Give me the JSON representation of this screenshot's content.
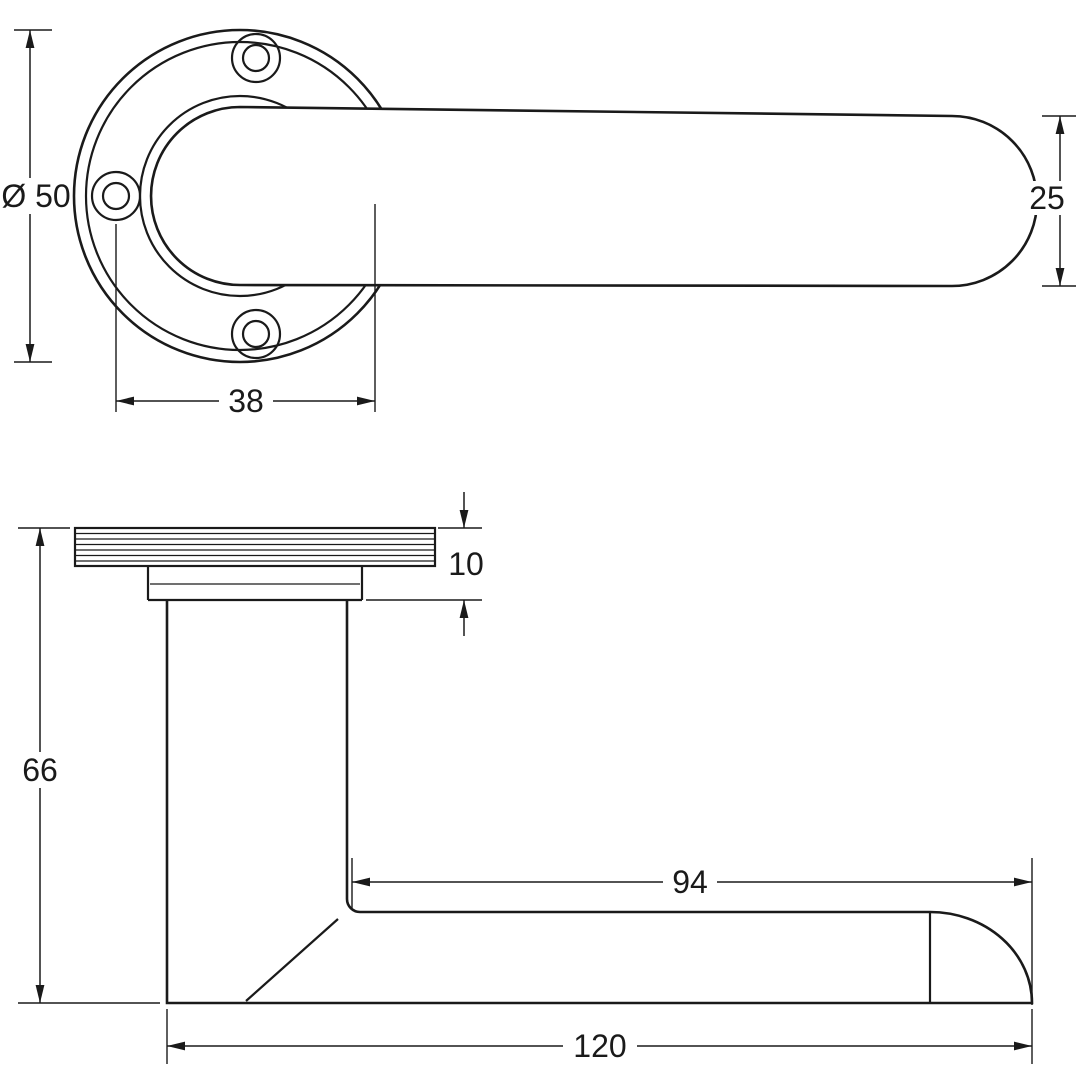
{
  "diagram": {
    "type": "technical-drawing",
    "subject": "door lever handle on round rose, two orthographic views with dimensions",
    "line_color": "#1a1a1a",
    "background_color": "#ffffff",
    "front_view": {
      "diameter_label": "Ø 50",
      "lever_width_label": "25",
      "hole_spacing_label": "38"
    },
    "side_view": {
      "rose_thickness_label": "10",
      "overall_height_label": "66",
      "lever_length_label": "94",
      "overall_length_label": "120"
    }
  }
}
